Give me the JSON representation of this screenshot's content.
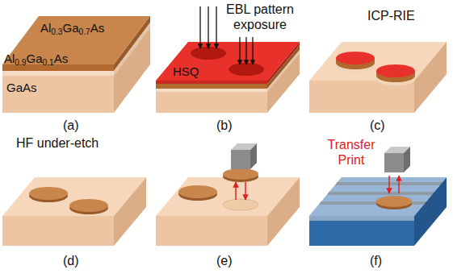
{
  "diagram": {
    "labels": [
      "Al0.3Ga0.7As",
      "Al0.9Ga0.1As",
      "GaAs",
      "EBL pattern exposure",
      "HSQ",
      "ICP-RIE",
      "(a)",
      "(b)",
      "(c)",
      "HF under-etch",
      "(d)",
      "(e)",
      "Transfer Print",
      "(f)"
    ]
  }
}
